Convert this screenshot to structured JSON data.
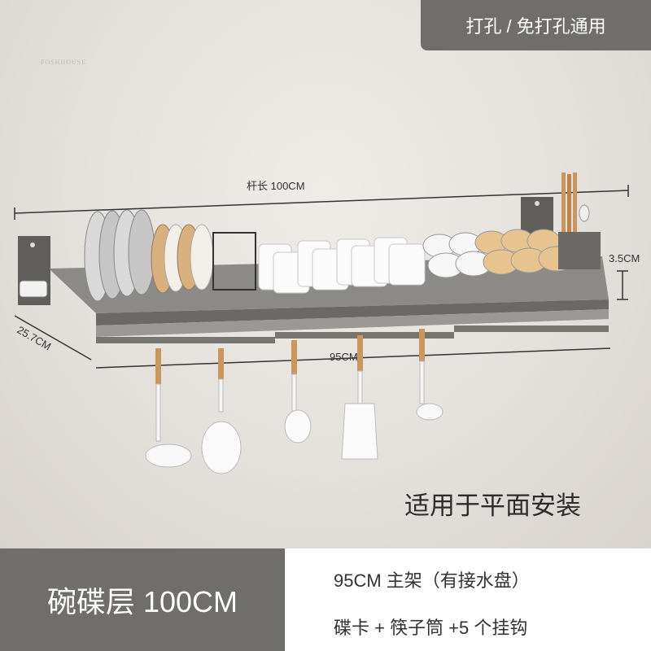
{
  "badge": {
    "text": "打孔 / 免打孔通用"
  },
  "brand": {
    "text": "FOSHHOUSE"
  },
  "dimensions": {
    "rod_length": "杆长 100CM",
    "height": "3.5CM",
    "depth": "25.7CM",
    "width": "95CM"
  },
  "install_note": "适用于平面安装",
  "product": {
    "title": "碗碟层 100CM",
    "spec_line_1": "95CM 主架（有接水盘）",
    "spec_line_2": "碟卡 + 筷子筒 +5 个挂钩"
  },
  "colors": {
    "badge_bg": "#6f6e6b",
    "rack_gray": "#6a6966",
    "wood": "#c9975e"
  }
}
